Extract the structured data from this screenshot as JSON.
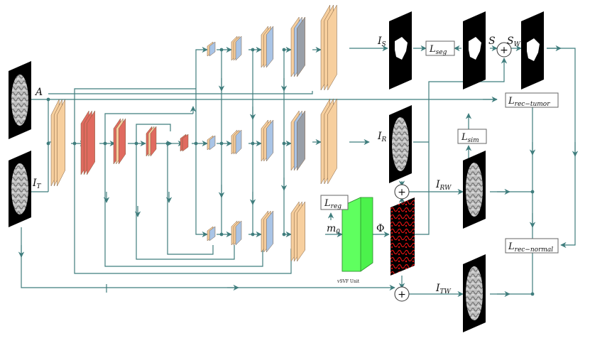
{
  "colors": {
    "flow": "#3f7d7d",
    "enc": "#e06a5f",
    "dec": "#f7cf9e",
    "skip": "#a9c4e6",
    "gray": "#999fa8",
    "vsvf": "#5fff5f",
    "deform": "#cc1111"
  },
  "labels": {
    "A": "A",
    "I_T": "I",
    "I_T_sub": "T",
    "I_S": "I",
    "I_S_sub": "S",
    "I_R": "I",
    "I_R_sub": "R",
    "S": "S",
    "S_W": "S",
    "S_W_sub": "W",
    "I_RW": "I",
    "I_RW_sub": "RW",
    "I_TW": "I",
    "I_TW_sub": "TW",
    "m0": "m",
    "m0_sub": "0",
    "Phi": "Φ",
    "plus": "+"
  },
  "losses": {
    "seg": "seg",
    "rec_tumor": "rec−tumor",
    "sim": "sim",
    "reg": "reg",
    "rec_normal": "rec−normal",
    "L": "L"
  },
  "vsvf_unit": "vSVF Unit"
}
